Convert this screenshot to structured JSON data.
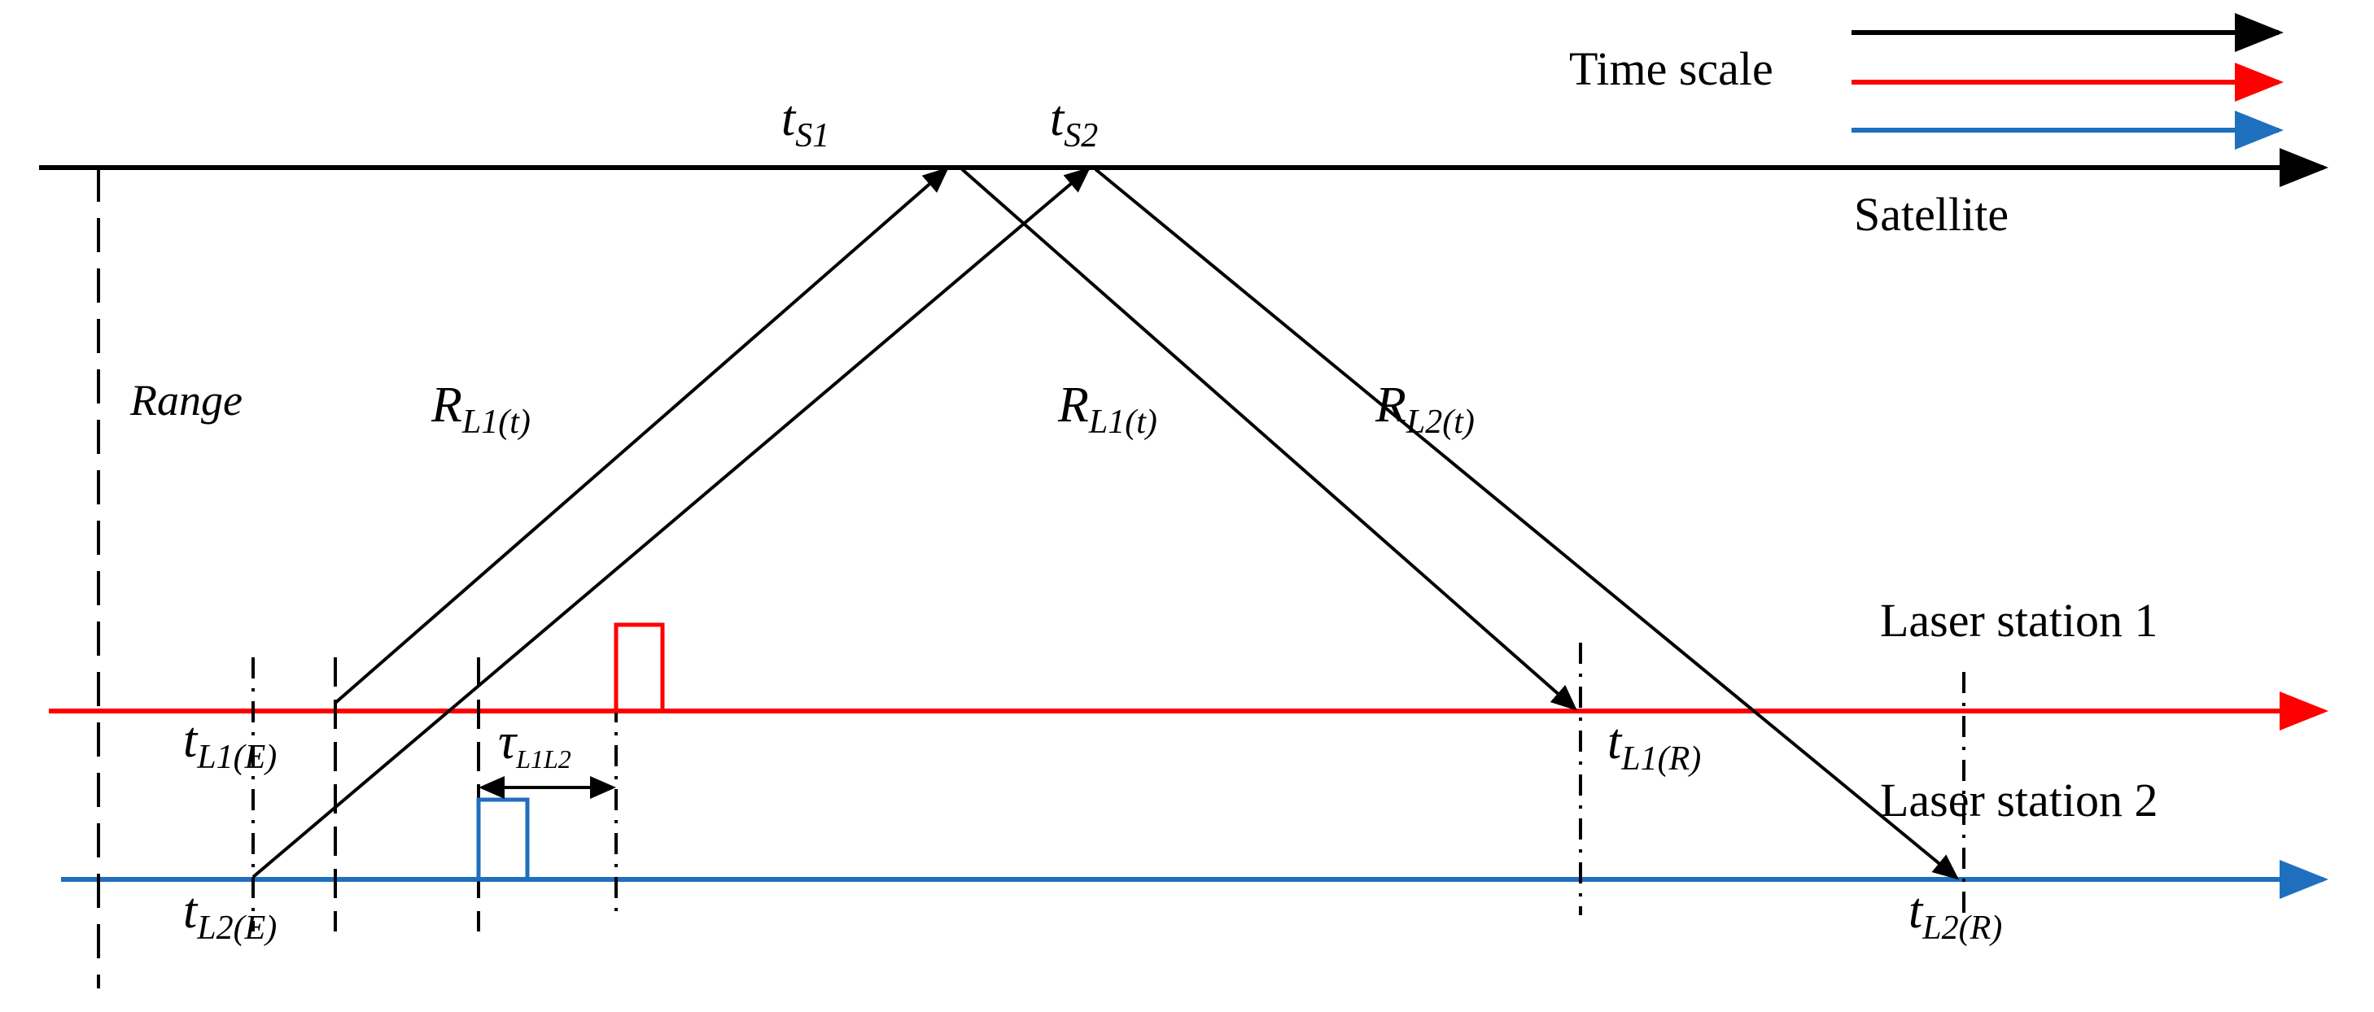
{
  "colors": {
    "satellite": "#000000",
    "laser_station_1": "#ff0000",
    "laser_station_2": "#1f6fbf"
  },
  "legend": {
    "label": "Time scale"
  },
  "timelines": {
    "satellite": "Satellite",
    "laser_station_1": "Laser station 1",
    "laser_station_2": "Laser station 2"
  },
  "labels": {
    "range": "Range",
    "t_s1": {
      "base": "t",
      "sub": "S1"
    },
    "t_s2": {
      "base": "t",
      "sub": "S2"
    },
    "r_l1_up": {
      "base": "R",
      "sub": "L1(t)"
    },
    "r_l1_down": {
      "base": "R",
      "sub": "L1(t)"
    },
    "r_l2_down": {
      "base": "R",
      "sub": "L2(t)"
    },
    "t_l1_e": {
      "base": "t",
      "sub": "L1(E)"
    },
    "t_l2_e": {
      "base": "t",
      "sub": "L2(E)"
    },
    "t_l1_r": {
      "base": "t",
      "sub": "L1(R)"
    },
    "t_l2_r": {
      "base": "t",
      "sub": "L2(R)"
    },
    "tau_l1l2": {
      "base": "τ",
      "sub": "L1L2"
    }
  }
}
